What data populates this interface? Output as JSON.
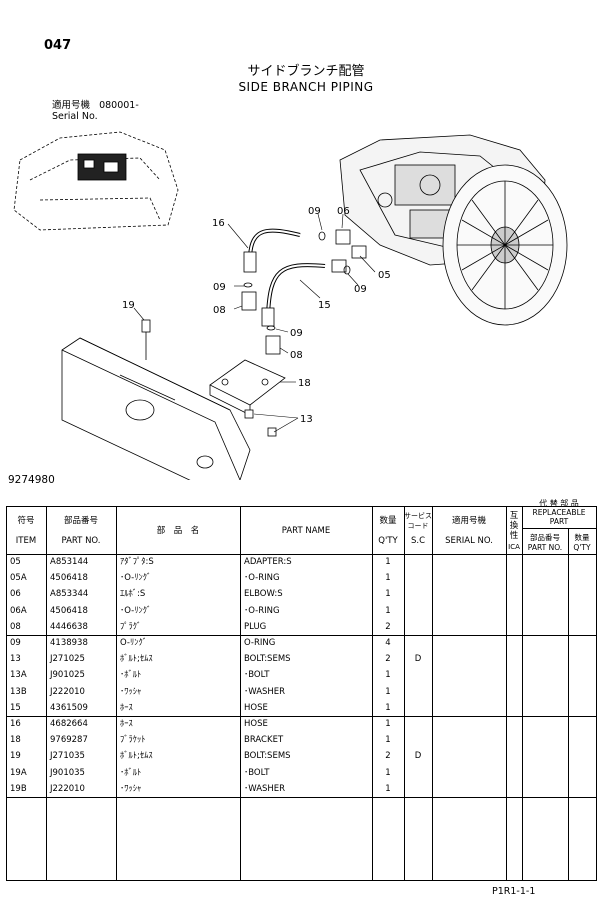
{
  "page": {
    "number": "047",
    "title_jp": "サイドブランチ配管",
    "title_en": "SIDE BRANCH PIPING",
    "serial_label_jp": "適用号機",
    "serial_value": "080001-",
    "serial_label_en": "Serial No.",
    "figure_number": "9274980",
    "footer_code": "P1R1-1-1"
  },
  "callouts": [
    "16",
    "09",
    "06",
    "05",
    "09",
    "15",
    "09",
    "08",
    "09",
    "08",
    "19",
    "18",
    "13"
  ],
  "table": {
    "headers": {
      "item_jp": "符号",
      "item_en": "ITEM",
      "part_no_jp": "部品番号",
      "part_no_en": "PART NO.",
      "name_jp": "部　品　名",
      "part_name": "PART NAME",
      "qty_jp": "数量",
      "qty_en": "Q'TY",
      "service_jp_1": "サービス",
      "service_jp_2": "コード",
      "service_en": "S.C",
      "serial_jp": "適用号機",
      "serial_en": "SERIAL NO.",
      "ica_jp_1": "互",
      "ica_jp_2": "換",
      "ica_jp_3": "性",
      "ica_en": "ICA",
      "replace_jp": "代 替 部 品",
      "replace_en_1": "REPLACEABLE",
      "replace_en_2": "PART",
      "rep_part_no_jp": "部品番号",
      "rep_part_no_en": "PART NO.",
      "rep_qty_jp": "数量",
      "rep_qty_en": "Q'TY"
    },
    "rows": [
      {
        "item": "05",
        "part_no": "A853144",
        "name_jp": "ｱﾀﾞﾌﾟﾀ:S",
        "part_name": "ADAPTER:S",
        "qty": "1",
        "sc": ""
      },
      {
        "item": "05A",
        "part_no": "4506418",
        "name_jp": "･O-ﾘﾝｸﾞ",
        "part_name": "･O-RING",
        "qty": "1",
        "sc": ""
      },
      {
        "item": "06",
        "part_no": "A853344",
        "name_jp": "ｴﾙﾎﾞ:S",
        "part_name": "ELBOW:S",
        "qty": "1",
        "sc": ""
      },
      {
        "item": "06A",
        "part_no": "4506418",
        "name_jp": "･O-ﾘﾝｸﾞ",
        "part_name": "･O-RING",
        "qty": "1",
        "sc": ""
      },
      {
        "item": "08",
        "part_no": "4446638",
        "name_jp": "ﾌﾟﾗｸﾞ",
        "part_name": "PLUG",
        "qty": "2",
        "sc": ""
      },
      {
        "item": "09",
        "part_no": "4138938",
        "name_jp": "O-ﾘﾝｸﾞ",
        "part_name": "O-RING",
        "qty": "4",
        "sc": ""
      },
      {
        "item": "13",
        "part_no": "J271025",
        "name_jp": "ﾎﾞﾙﾄ;ｾﾑｽ",
        "part_name": "BOLT:SEMS",
        "qty": "2",
        "sc": "D"
      },
      {
        "item": "13A",
        "part_no": "J901025",
        "name_jp": "･ﾎﾞﾙﾄ",
        "part_name": "･BOLT",
        "qty": "1",
        "sc": ""
      },
      {
        "item": "13B",
        "part_no": "J222010",
        "name_jp": "･ﾜｯｼｬ",
        "part_name": "･WASHER",
        "qty": "1",
        "sc": ""
      },
      {
        "item": "15",
        "part_no": "4361509",
        "name_jp": "ﾎｰｽ",
        "part_name": "HOSE",
        "qty": "1",
        "sc": ""
      },
      {
        "item": "16",
        "part_no": "4682664",
        "name_jp": "ﾎｰｽ",
        "part_name": "HOSE",
        "qty": "1",
        "sc": ""
      },
      {
        "item": "18",
        "part_no": "9769287",
        "name_jp": "ﾌﾞﾗｹｯﾄ",
        "part_name": "BRACKET",
        "qty": "1",
        "sc": ""
      },
      {
        "item": "19",
        "part_no": "J271035",
        "name_jp": "ﾎﾞﾙﾄ;ｾﾑｽ",
        "part_name": "BOLT:SEMS",
        "qty": "2",
        "sc": "D"
      },
      {
        "item": "19A",
        "part_no": "J901035",
        "name_jp": "･ﾎﾞﾙﾄ",
        "part_name": "･BOLT",
        "qty": "1",
        "sc": ""
      },
      {
        "item": "19B",
        "part_no": "J222010",
        "name_jp": "･ﾜｯｼｬ",
        "part_name": "･WASHER",
        "qty": "1",
        "sc": ""
      }
    ]
  }
}
